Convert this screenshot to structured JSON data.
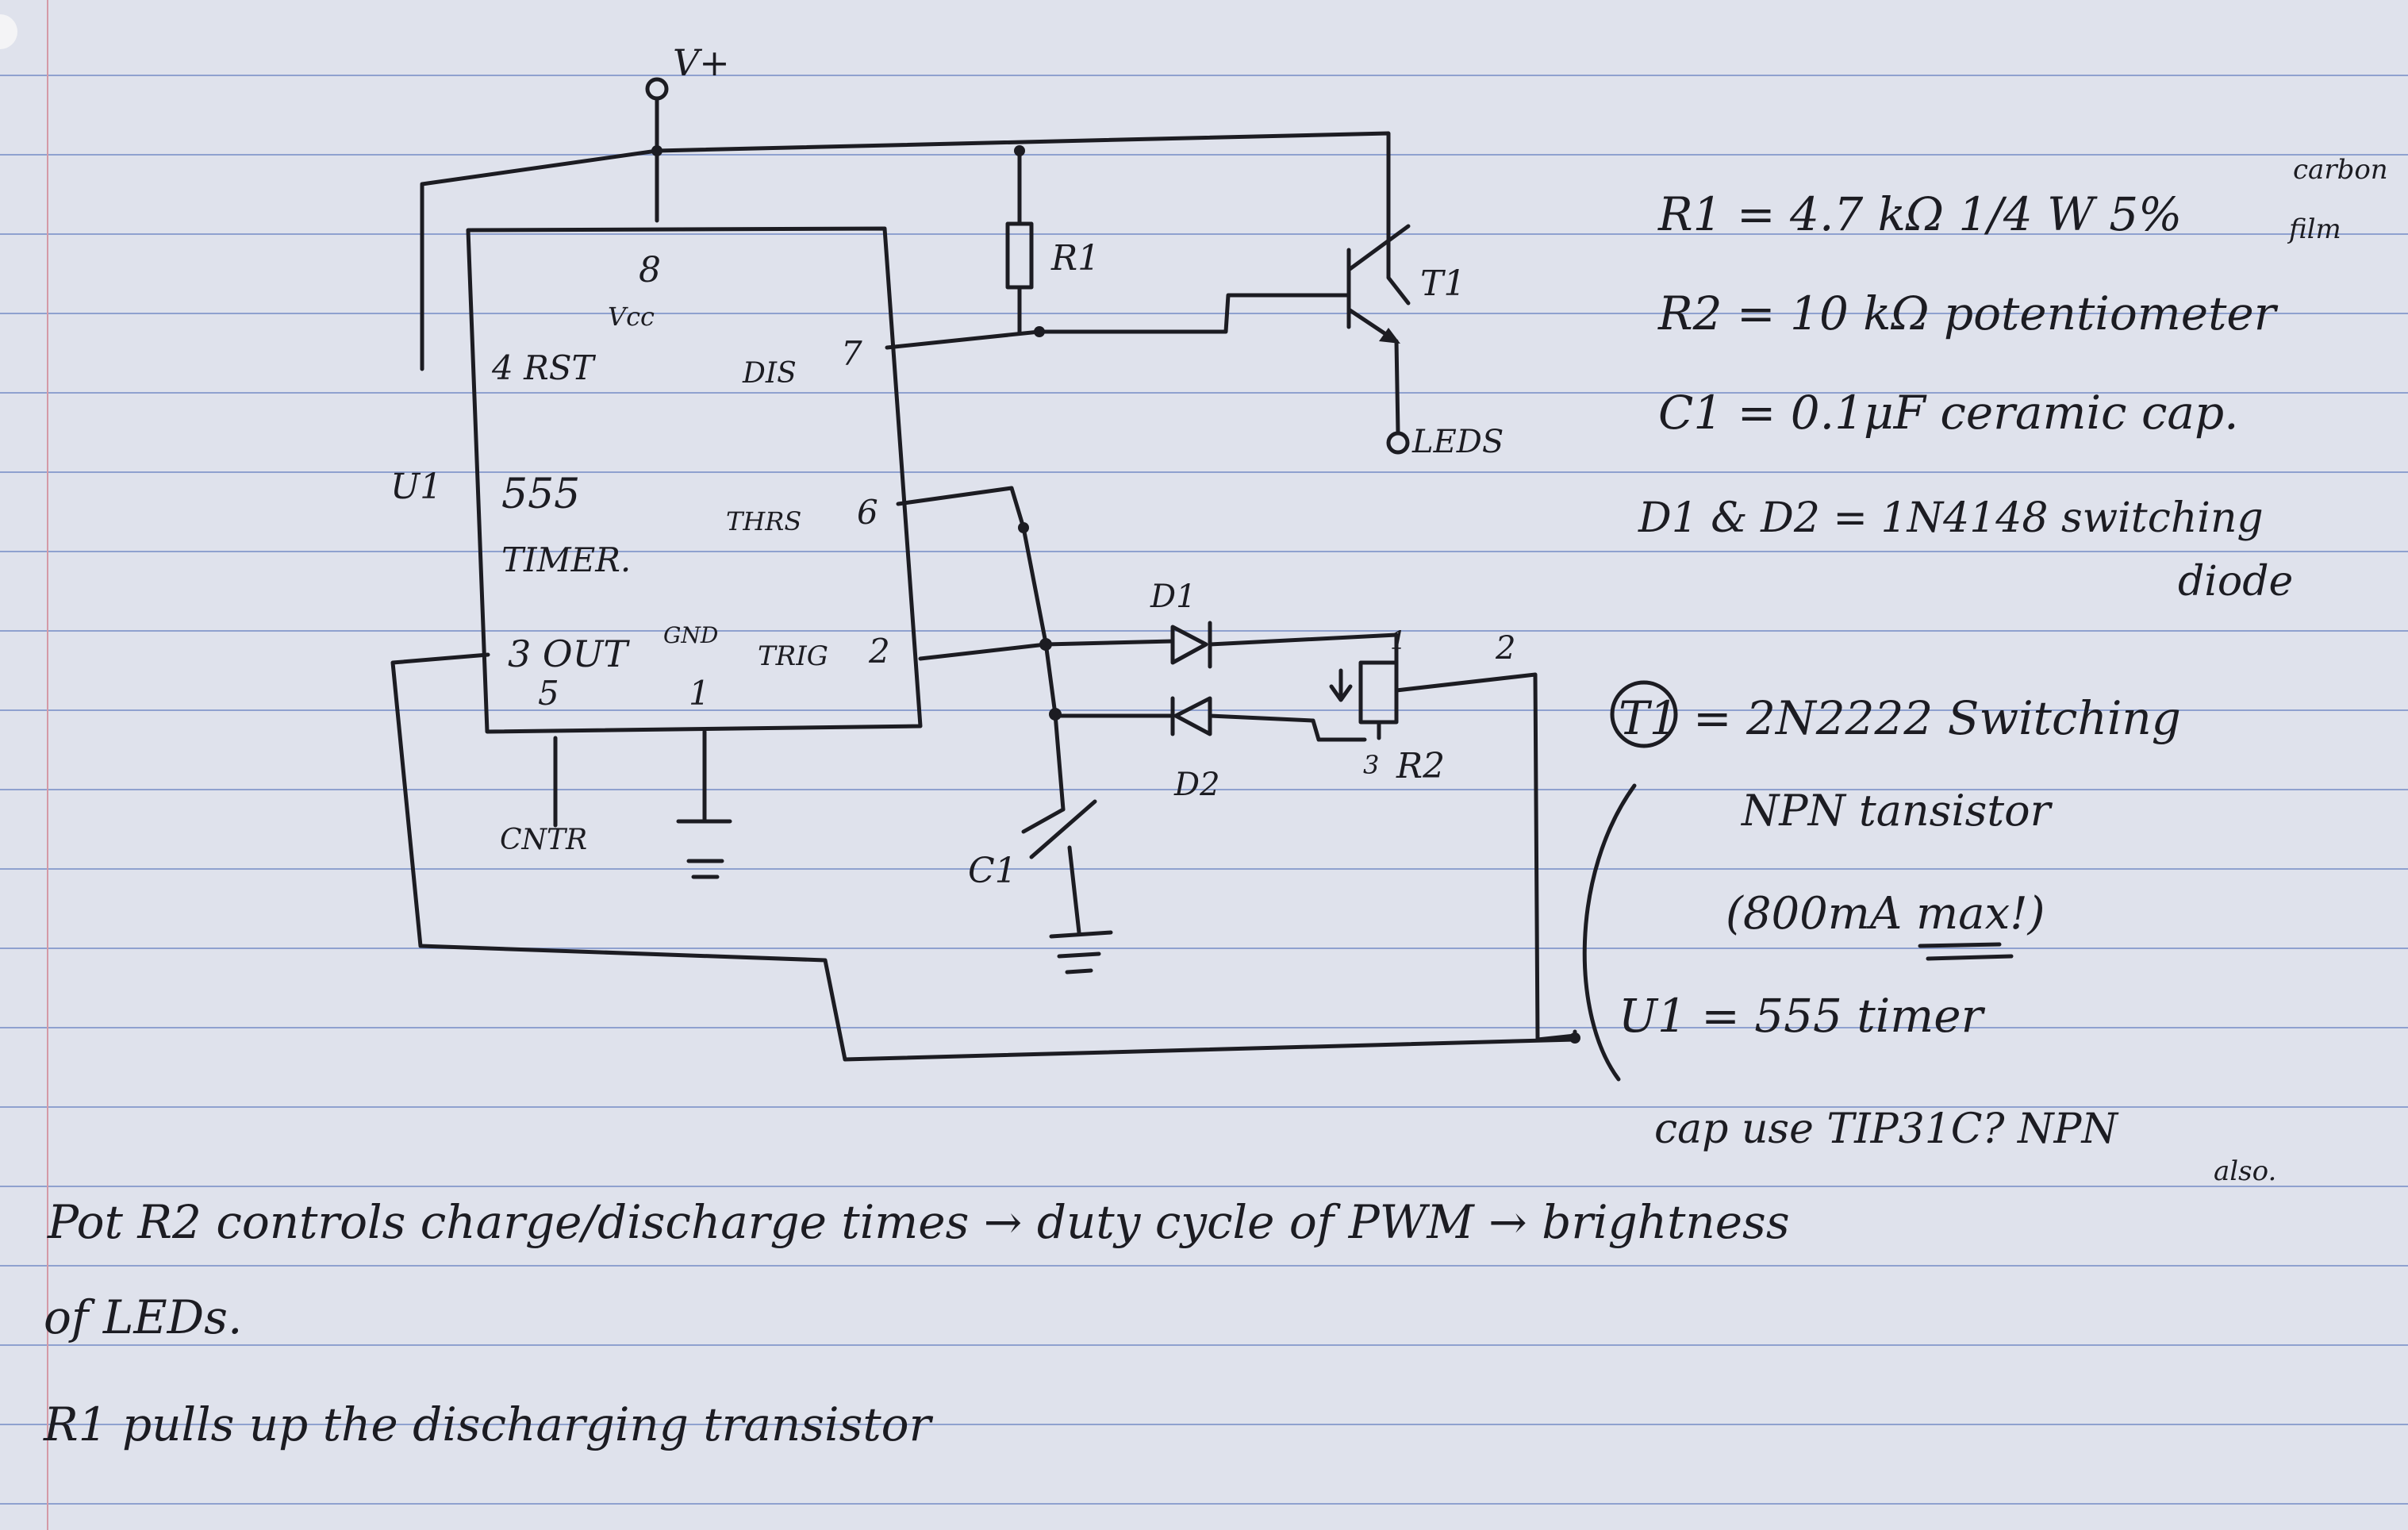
{
  "colors": {
    "paper": "#dfe2ec",
    "ink": "#1c1c22",
    "rule": "#8fa1cf",
    "margin": "#d49aa6"
  },
  "schematic": {
    "vplus": "V+",
    "ic": {
      "designator": "U1",
      "name_line1": "555",
      "name_line2": "TIMER.",
      "pin8": "8",
      "vcc": "Vcc",
      "pin4": "4 RST",
      "pin7_label": "DIS",
      "pin7": "7",
      "pin6_label": "THRS",
      "pin6": "6",
      "pin3": "3 OUT",
      "gnd": "GND",
      "pin2_label": "TRIG",
      "pin2": "2",
      "pin5": "5",
      "pin1": "1",
      "cntr": "CNTR"
    },
    "r1": "R1",
    "t1": "T1",
    "leds": "LEDS",
    "d1": "D1",
    "d2": "D2",
    "c1": "C1",
    "r2": "R2",
    "r2_pin1": "1",
    "r2_pin2": "2",
    "r2_pin3": "3"
  },
  "parts_list": {
    "carbon_film_note_line1": "carbon",
    "carbon_film_note_line2": "film",
    "r1": "R1 = 4.7 kΩ 1/4 W 5%",
    "r2": "R2 = 10 kΩ potentiometer",
    "c1": "C1 = 0.1μF ceramic cap.",
    "diodes": "D1 & D2 = 1N4148 switching",
    "diodes_cont": "diode",
    "t1_line1": "T1 = 2N2222 Switching",
    "t1_line2": "NPN tansistor",
    "t1_line3": "(800mA max!)",
    "u1": "U1 = 555 timer",
    "alt": "cap use TIP31C? NPN",
    "alt_also": "also."
  },
  "notes": {
    "line1": "Pot R2 controls charge/discharge times → duty cycle of PWM → brightness",
    "line2": "of LEDs.",
    "line3": "R1 pulls up the discharging transistor"
  }
}
